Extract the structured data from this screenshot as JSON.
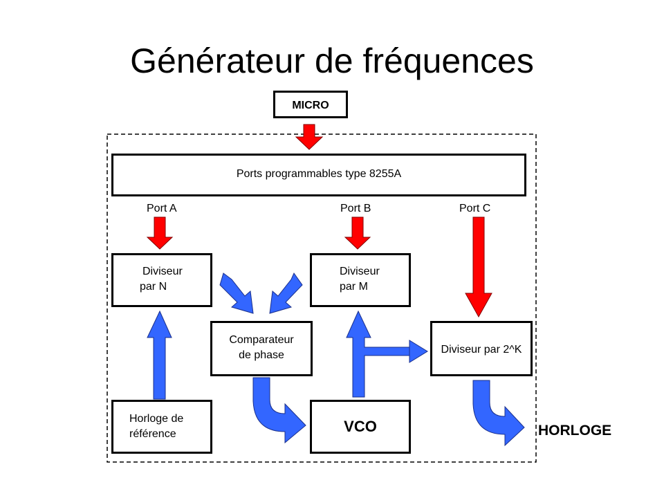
{
  "title": "Générateur de fréquences",
  "colors": {
    "red_arrow": "#ff0000",
    "blue_arrow": "#3366ff",
    "border": "#000000"
  },
  "blocks": {
    "micro": "MICRO",
    "ports": "Ports programmables type 8255A",
    "divider_n": {
      "line1": "Diviseur",
      "line2": "par N"
    },
    "divider_m": {
      "line1": "Diviseur",
      "line2": "par M"
    },
    "comparator": {
      "line1": "Comparateur",
      "line2": "de phase"
    },
    "divider_2k": "Diviseur par 2^K",
    "reference_clock": {
      "line1": "Horloge de",
      "line2": "référence"
    },
    "vco": "VCO"
  },
  "port_labels": {
    "a": "Port A",
    "b": "Port B",
    "c": "Port C"
  },
  "output_label": "HORLOGE"
}
